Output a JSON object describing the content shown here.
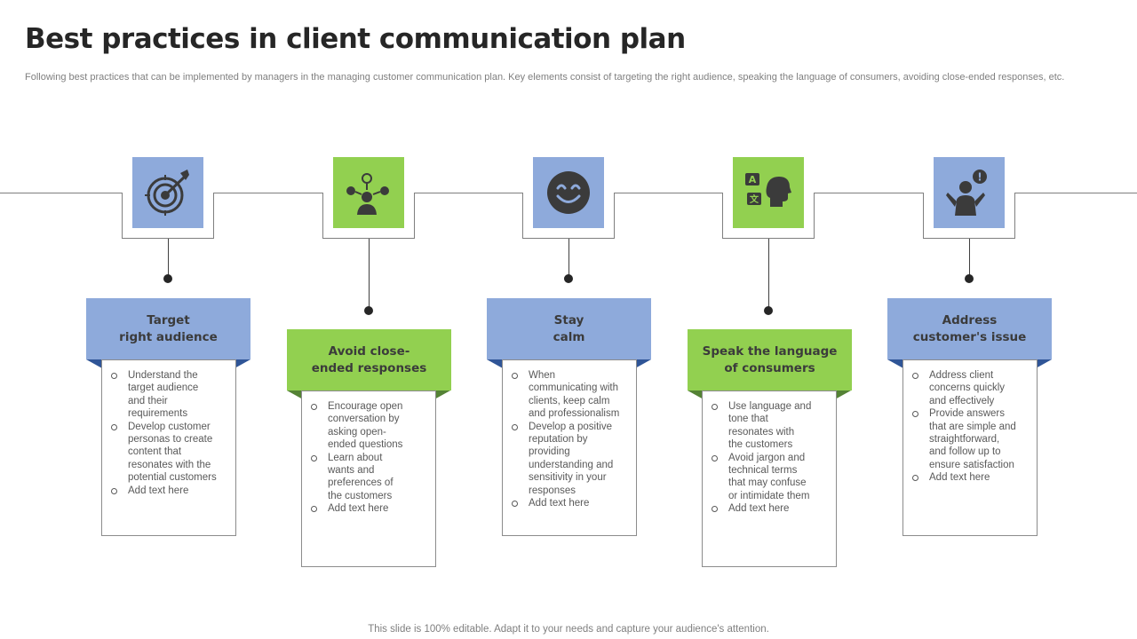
{
  "title": "Best practices in client communication plan",
  "subtitle": "Following best practices that can be implemented by managers in the managing customer communication plan. Key elements consist of targeting the right audience, speaking the language of consumers, avoiding close-ended responses, etc.",
  "footer": "This slide is 100% editable. Adapt it to your needs and capture your audience's attention.",
  "colors": {
    "blue": "#8eaadb",
    "blue_dark": "#2f5597",
    "green": "#92d050",
    "green_dark": "#548235",
    "icon": "#3b3b3b"
  },
  "steps": [
    {
      "icon": "target-icon",
      "heading": "Target\nright audience",
      "bullets": [
        "Understand the\ntarget audience\nand their\nrequirements",
        "Develop customer\npersonas to create\ncontent that\nresonates with the\npotential customers",
        "Add text here"
      ]
    },
    {
      "icon": "network-person-icon",
      "heading": "Avoid close-\nended responses",
      "bullets": [
        "Encourage open\nconversation by\nasking open-\nended questions",
        "Learn about\nwants and\npreferences of\nthe customers",
        "Add text here"
      ]
    },
    {
      "icon": "smiley-icon",
      "heading": "Stay\ncalm",
      "bullets": [
        "When\ncommunicating with\nclients, keep calm\nand professionalism",
        "Develop a positive\nreputation by\nproviding\nunderstanding and\nsensitivity in your\nresponses",
        "Add text here"
      ]
    },
    {
      "icon": "language-speaker-icon",
      "heading": "Speak the language\nof consumers",
      "bullets": [
        "Use language and\ntone that\nresonates with\nthe customers",
        "Avoid jargon and\ntechnical terms\nthat may confuse\nor intimidate them",
        "Add text here"
      ]
    },
    {
      "icon": "person-issue-icon",
      "heading": "Address\ncustomer's issue",
      "bullets": [
        "Address client\nconcerns quickly\nand effectively",
        "Provide answers\nthat are simple and\nstraightforward,\nand follow up to\nensure satisfaction",
        "Add text here"
      ]
    }
  ]
}
